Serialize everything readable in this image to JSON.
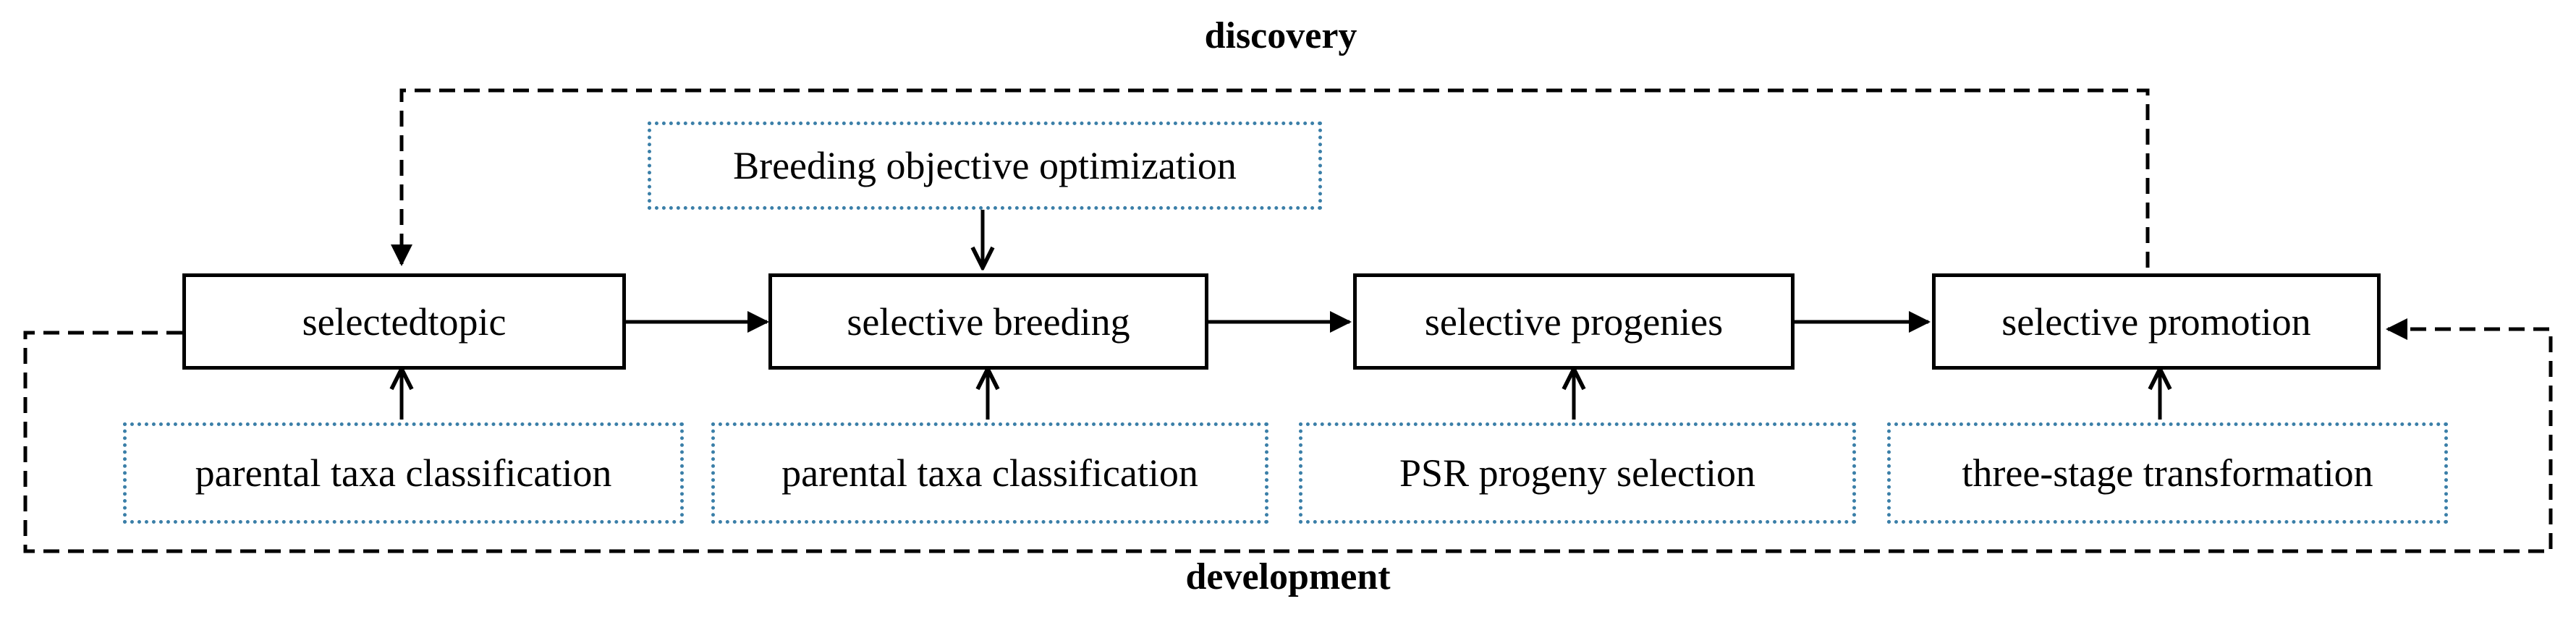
{
  "diagram": {
    "top_label": "discovery",
    "bottom_label": "development",
    "objective": "Breeding objective optimization",
    "stages": [
      {
        "label": "selectedtopic"
      },
      {
        "label": "selective breeding"
      },
      {
        "label": "selective progenies"
      },
      {
        "label": "selective promotion"
      }
    ],
    "inputs": [
      {
        "label": "parental taxa classification"
      },
      {
        "label": "parental taxa classification"
      },
      {
        "label": "PSR progeny selection"
      },
      {
        "label": "three-stage transformation"
      }
    ],
    "colors": {
      "stage_border": "#000000",
      "input_border": "#3b7fa8",
      "line": "#000000"
    }
  }
}
